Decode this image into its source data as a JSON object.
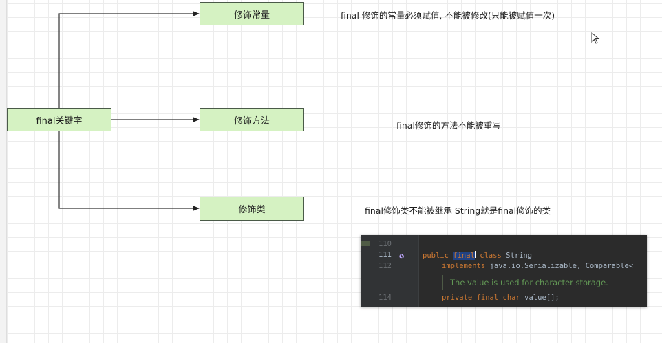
{
  "nodes": {
    "root": "final关键字",
    "constant": "修饰常量",
    "method": "修饰方法",
    "class": "修饰类"
  },
  "notes": {
    "constant": "final 修饰的常量必须赋值, 不能被修改(只能被赋值一次)",
    "method": "final修饰的方法不能被重写",
    "class": "final修饰类不能被继承   String就是final修饰的类"
  },
  "code_snippet": {
    "line_numbers": [
      "110",
      "111",
      "112",
      "114"
    ],
    "line_111": {
      "kw1": "public",
      "kw2": "final",
      "kw3": "class",
      "name": "String"
    },
    "line_112": {
      "kw": "implements",
      "rest": "java.io.Serializable, Comparable<"
    },
    "doc_hint": "The value is used for character storage.",
    "line_114": {
      "kw1": "private",
      "kw2": "final",
      "kw3": "char",
      "rest": "value[];"
    },
    "gutter_icon": "overridden-marker-icon"
  },
  "colors": {
    "node_fill": "#d5f2c2",
    "node_border": "#4a5a48",
    "editor_bg": "#2b2b2b",
    "keyword": "#cc7832",
    "doc_comment": "#629755"
  }
}
